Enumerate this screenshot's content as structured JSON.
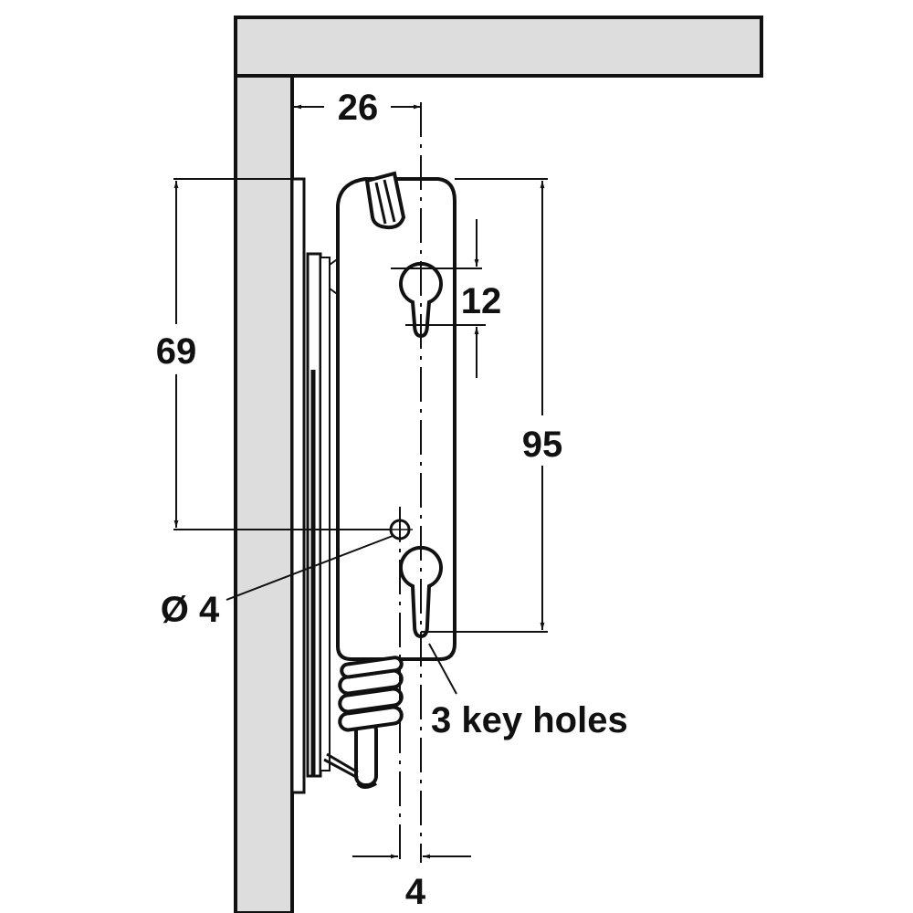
{
  "drawing": {
    "subject": "bracket-mounting-dimensions",
    "colors": {
      "line": "#111111",
      "panel_fill": "#dddddd",
      "background": "#ffffff"
    },
    "dimensions": {
      "offset_from_side": {
        "value": "26"
      },
      "upper_hole_spacing": {
        "value": "69"
      },
      "keyhole_spacing": {
        "value": "95"
      },
      "keyhole_slot": {
        "value": "12"
      },
      "drill_hole": {
        "value": "Ø 4"
      },
      "keyhole_offset": {
        "value": "4"
      }
    },
    "labels": {
      "keyholes": "3 key holes"
    }
  }
}
